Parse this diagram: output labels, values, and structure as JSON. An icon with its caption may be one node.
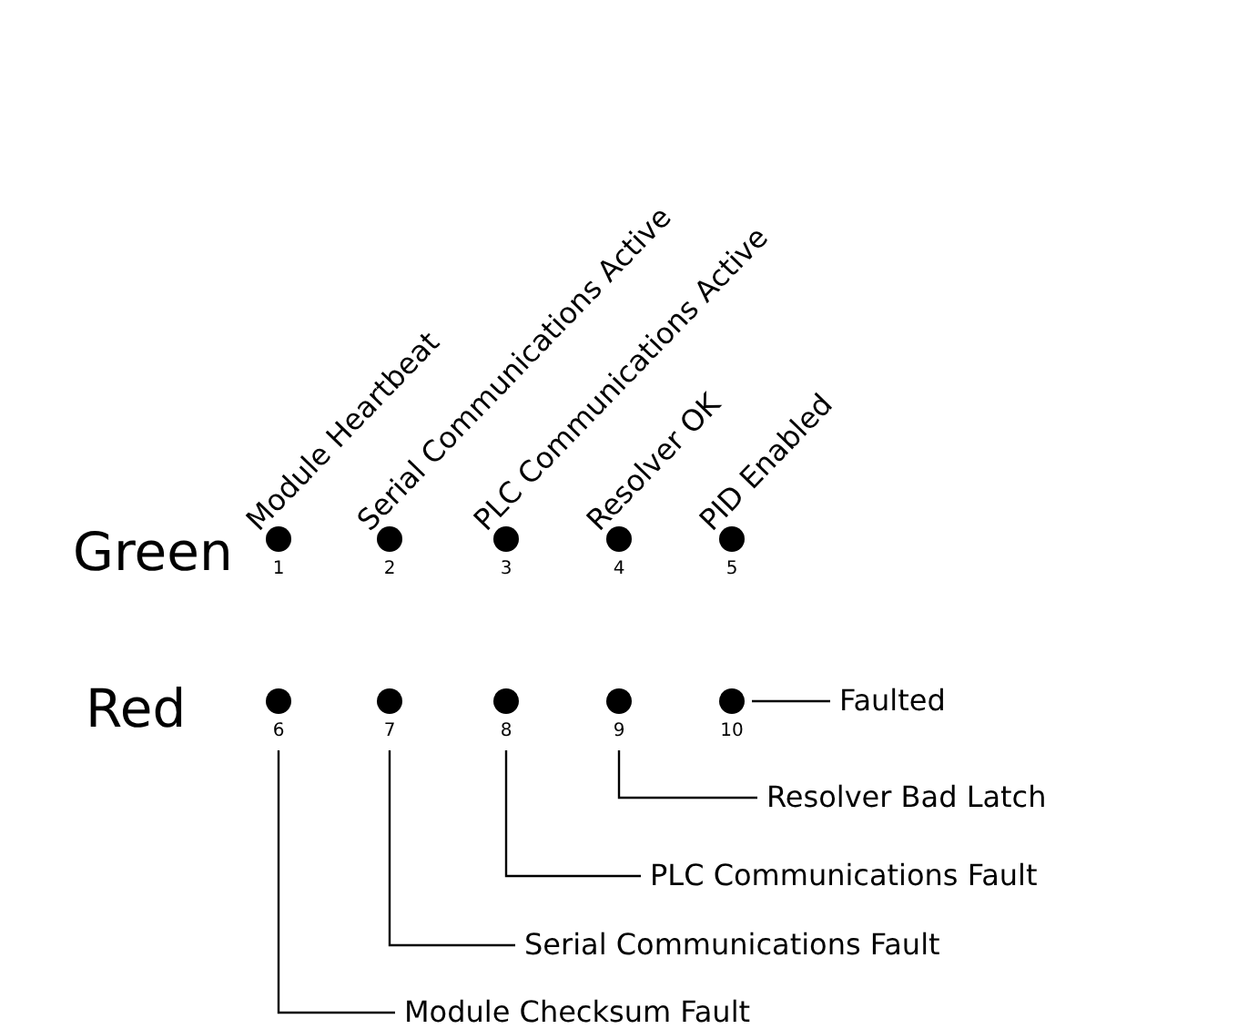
{
  "diagram": {
    "nodes": [
      {
        "text": [],
        "shape": "circle",
        "beside": [
          "Module Heartbeat",
          "1"
        ]
      },
      {
        "text": [],
        "shape": "circle",
        "beside": [
          "Serial Communications Active",
          "2"
        ]
      },
      {
        "text": [],
        "shape": "circle",
        "beside": [
          "PLC Communications Active",
          "3"
        ]
      },
      {
        "text": [],
        "shape": "circle",
        "beside": [
          "Resolver OK",
          "4"
        ]
      },
      {
        "text": [],
        "shape": "circle",
        "beside": [
          "PID Enabled",
          "5"
        ]
      },
      {
        "text": [],
        "shape": "circle",
        "beside": [
          "6"
        ]
      },
      {
        "text": [],
        "shape": "circle",
        "beside": [
          "7"
        ]
      },
      {
        "text": [],
        "shape": "circle",
        "beside": [
          "8"
        ]
      },
      {
        "text": [],
        "shape": "circle",
        "beside": [
          "9"
        ]
      },
      {
        "text": [],
        "shape": "circle",
        "beside": [
          "10"
        ]
      },
      {
        "text": [
          "Faulted"
        ]
      },
      {
        "text": [
          "Resolver Bad Latch"
        ]
      },
      {
        "text": [
          "PLC Communications Fault"
        ]
      },
      {
        "text": [
          "Serial Communications Fault"
        ]
      },
      {
        "text": [
          "Module Checksum Fault"
        ]
      }
    ],
    "edges": [
      {
        "from": 10,
        "to": 9,
        "arrow": "none"
      },
      {
        "from": 11,
        "to": 8,
        "arrow": "none"
      },
      {
        "from": 12,
        "to": 7,
        "arrow": "none"
      },
      {
        "from": 13,
        "to": 6,
        "arrow": "none"
      },
      {
        "from": 14,
        "to": 5,
        "arrow": "none"
      }
    ],
    "labels": [
      "Green",
      "Red"
    ]
  }
}
